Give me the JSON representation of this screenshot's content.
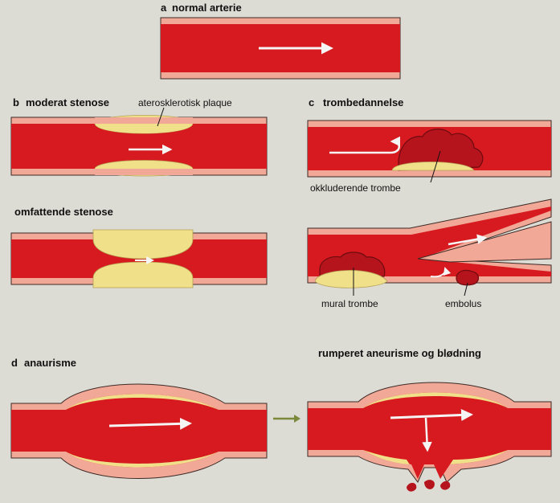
{
  "colors": {
    "page": "#dcdbd4",
    "blood": "#d61a1f",
    "blood_dark": "#a8101a",
    "wall": "#f2a896",
    "plaque": "#f1e08a",
    "clot": "#b5141c",
    "clot_outline": "#6e0b10",
    "arrow": "#f5f5f5",
    "outline": "#3c2a26",
    "transition_arrow": "#7a8a3a"
  },
  "panels": {
    "a": {
      "letter": "a",
      "title": "normal arterie"
    },
    "b": {
      "letter": "b",
      "title": "moderat stenose",
      "plaque_label": "aterosklerotisk plaque"
    },
    "b2": {
      "title": "omfattende stenose"
    },
    "c": {
      "letter": "c",
      "title": "trombedannelse",
      "occluding_label": "okkluderende trombe"
    },
    "c2": {
      "mural_label": "mural trombe",
      "embolus_label": "embolus"
    },
    "d": {
      "letter": "d",
      "title": "anaurisme"
    },
    "d2": {
      "title": "rumperet aneurisme og blødning"
    }
  },
  "icons": [
    "flow-arrow-icon",
    "u-turn-arrow-icon",
    "transition-arrow-icon"
  ]
}
